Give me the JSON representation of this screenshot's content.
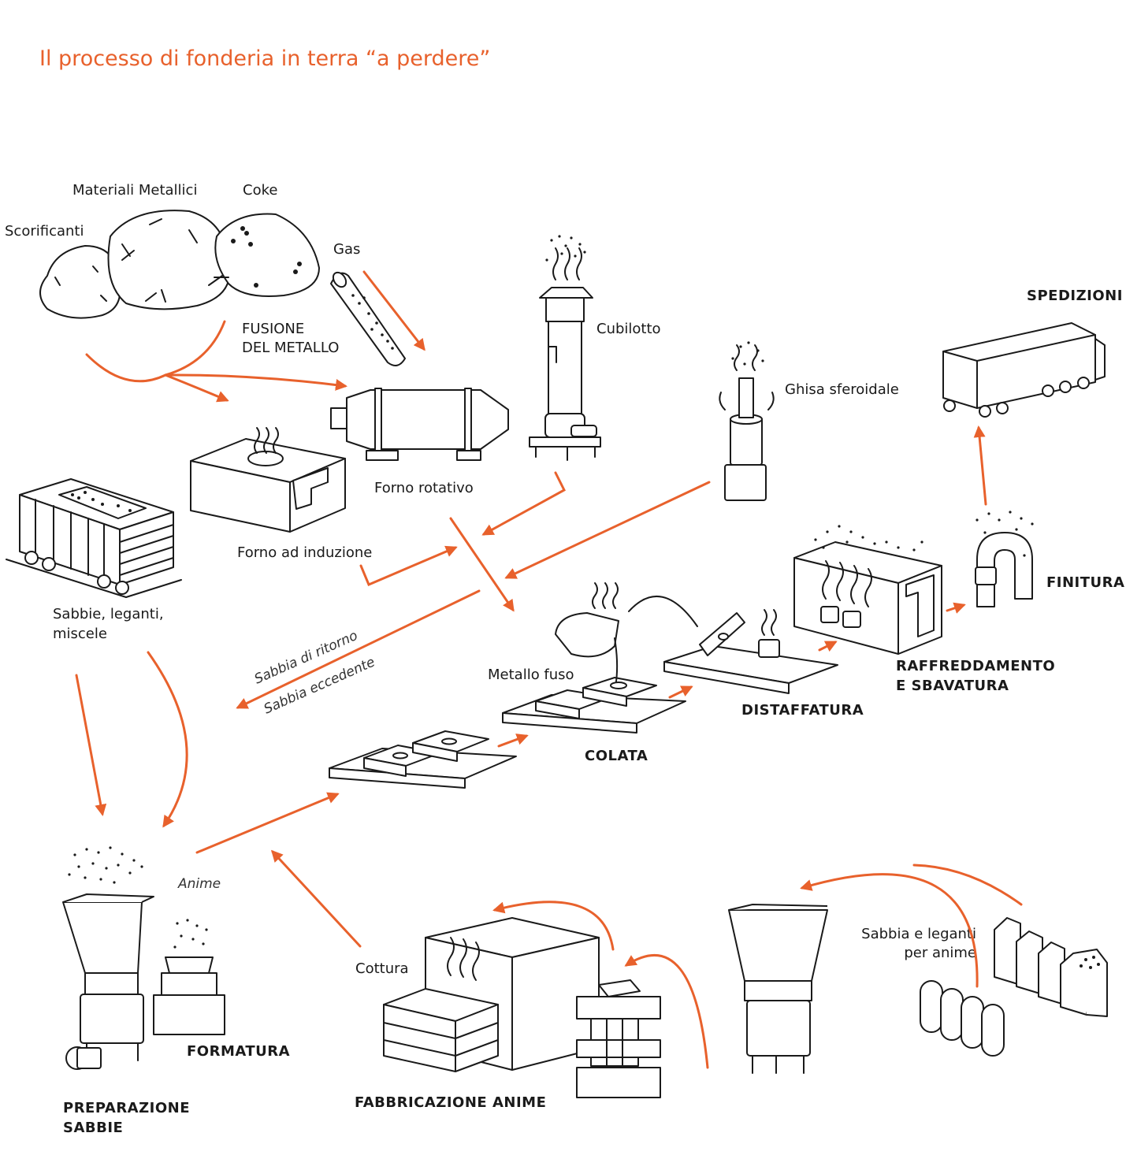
{
  "title": "Il processo di fonderia in terra “a perdere”",
  "colors": {
    "accent": "#e8612c",
    "line": "#1a1a1a"
  },
  "labels": {
    "materiali_metallici": "Materiali Metallici",
    "coke": "Coke",
    "scorificanti": "Scorificanti",
    "gas": "Gas",
    "fusione_line1": "FUSIONE",
    "fusione_line2": "DEL METALLO",
    "cubilotto": "Cubilotto",
    "forno_rotativo": "Forno rotativo",
    "forno_induzione": "Forno ad induzione",
    "ghisa_sferoidale": "Ghisa sferoidale",
    "spedizioni": "SPEDIZIONI",
    "finitura": "FINITURA",
    "raffreddamento_line1": "RAFFREDDAMENTO",
    "raffreddamento_line2": "E SBAVATURA",
    "distaffatura": "DISTAFFATURA",
    "metallo_fuso": "Metallo fuso",
    "colata": "COLATA",
    "sabbie_line1": "Sabbie, leganti,",
    "sabbie_line2": "miscele",
    "sabbia_ritorno": "Sabbia di ritorno",
    "sabbia_eccedente": "Sabbia eccedente",
    "anime": "Anime",
    "formatura": "FORMATURA",
    "preparazione_line1": "PREPARAZIONE",
    "preparazione_line2": "SABBIE",
    "cottura": "Cottura",
    "fabbricazione_anime": "FABBRICAZIONE ANIME",
    "sabbia_leganti_line1": "Sabbia e leganti",
    "sabbia_leganti_line2": "per anime"
  }
}
